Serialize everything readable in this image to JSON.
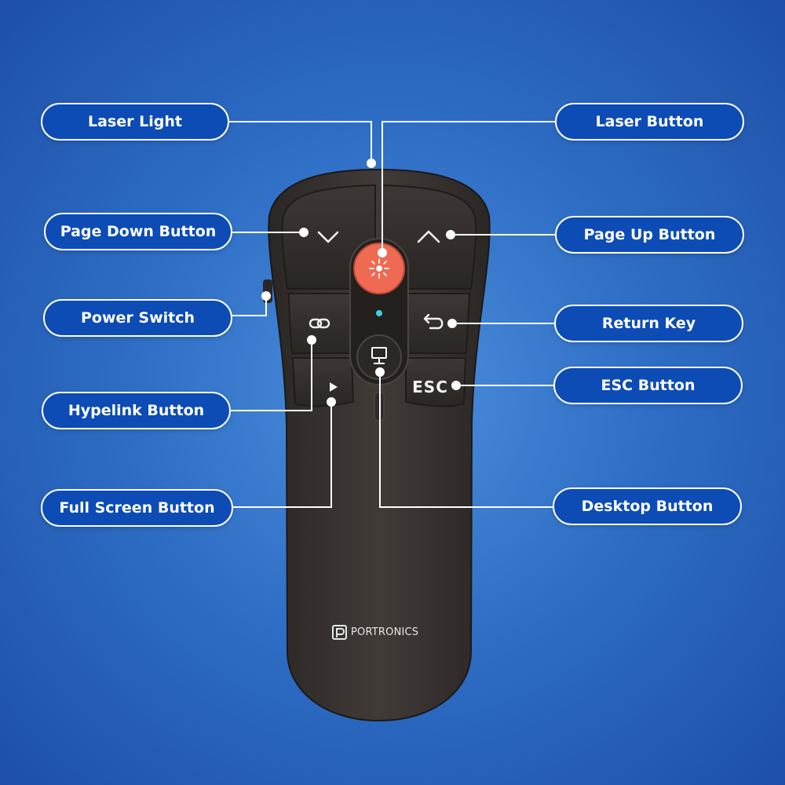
{
  "callouts": {
    "laser_light": "Laser Light",
    "laser_button": "Laser Button",
    "page_down": "Page Down Button",
    "page_up": "Page Up Button",
    "power_switch": "Power Switch",
    "return_key": "Return Key",
    "esc_button": "ESC Button",
    "hyperlink": "Hypelink Button",
    "full_screen": "Full Screen Button",
    "desktop": "Desktop Button"
  },
  "device": {
    "brand": "PORTRONICS",
    "esc_label": "ESC"
  },
  "colors": {
    "background": "#2f6fc6",
    "pill": "#0c4cb4",
    "remote_body": "#3a3533",
    "laser_button": "#ef6a52",
    "led": "#3ed0e0"
  },
  "icons": [
    "chevron-down-icon",
    "chevron-up-icon",
    "laser-icon",
    "link-icon",
    "return-icon",
    "desktop-icon",
    "play-icon",
    "portronics-logo-icon"
  ]
}
